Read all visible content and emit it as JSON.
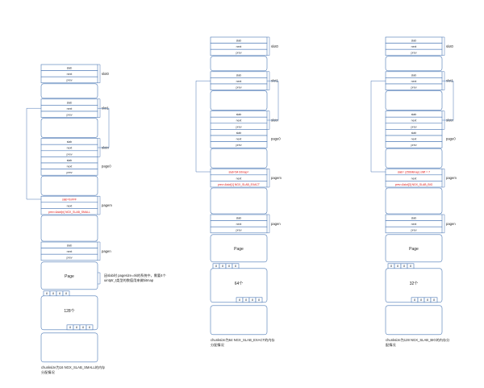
{
  "colors": {
    "outline": "#4a77b4",
    "highlight": "#d11111",
    "text": "#1f2937"
  },
  "columns": [
    {
      "labels": {
        "slot0": "slot0",
        "slot1": "slot1",
        "slotn": "slotn",
        "page0": "page0",
        "pagem": "pagem",
        "pagen": "pagen"
      },
      "slot0_rows": [
        "slab",
        "next",
        "prev"
      ],
      "slot1_rows": [
        "slab",
        "next",
        "prev"
      ],
      "slotn_rows": [
        "slab",
        "next",
        "prev",
        "slab",
        "next",
        "prev"
      ],
      "pagem_rows": [
        "slab=0xFFF",
        "next",
        "prev=&slot[n] NGX_SLAB_SMALL"
      ],
      "pagen_rows": [
        "slab",
        "next",
        "prev"
      ],
      "page_label": "Page",
      "bitmap_cells": [
        "8",
        "8",
        "8",
        "8"
      ],
      "tail_cells": [
        "8",
        "8",
        "8",
        "8"
      ],
      "count_label": "128个",
      "note_line1": "因slab时 pagesize=4k的系统中，需要4个",
      "note_line2": "uintptr_t类型的数值用来做bitmap",
      "caption_line1": "chunksize为16 NGX_SLAB_SMALL的内存",
      "caption_line2": "分配情况"
    },
    {
      "labels": {
        "slot0": "slot0",
        "slot1": "slot1",
        "slotn": "slotn",
        "page0": "page0",
        "pagem": "pagem",
        "pagen": "pagen"
      },
      "slot0_rows": [
        "slab",
        "next",
        "prev"
      ],
      "slot1_rows": [
        "slab",
        "next",
        "prev"
      ],
      "slotn_rows": [
        "slab",
        "next",
        "prev",
        "slab",
        "next",
        "prev"
      ],
      "pagem_rows": [
        "slab=64 bitmap=",
        "next",
        "prev=&slot[1] NGX_SLAB_EXACT"
      ],
      "pagen_rows": [
        "slab",
        "next",
        "prev"
      ],
      "page_label": "Page",
      "bitmap_cells": [
        "8",
        "8",
        "8",
        "8"
      ],
      "tail_cells": [
        "8",
        "8",
        "8",
        "8"
      ],
      "count_label": "64个",
      "caption_line1": "chunksize为64 NGX_SLAB_EXACT的内存",
      "caption_line2": "分配情况"
    },
    {
      "labels": {
        "slot0": "slot0",
        "slot1": "slot1",
        "slotn": "slotn",
        "page0": "page0",
        "pagem": "pagem",
        "pagen": "pagen"
      },
      "slot0_rows": [
        "slab",
        "next",
        "prev"
      ],
      "slot1_rows": [
        "slab",
        "next",
        "prev"
      ],
      "slotn_rows": [
        "slab",
        "next",
        "prev",
        "slab",
        "next",
        "prev"
      ],
      "pagem_rows": [
        "slab= (256bitmap) shift = 7",
        "next",
        "prev=&slot[3] NGX_SLAB_BIG"
      ],
      "pagen_rows": [
        "slab",
        "next",
        "prev"
      ],
      "page_label": "Page",
      "bitmap_cells": [
        "8",
        "8",
        "8",
        "8"
      ],
      "tail_cells": [
        "8",
        "8",
        "8",
        "8"
      ],
      "count_label": "32个",
      "caption_line1": "chunksize为128 NGX_SLAB_BIG的内存分",
      "caption_line2": "配情况"
    }
  ]
}
